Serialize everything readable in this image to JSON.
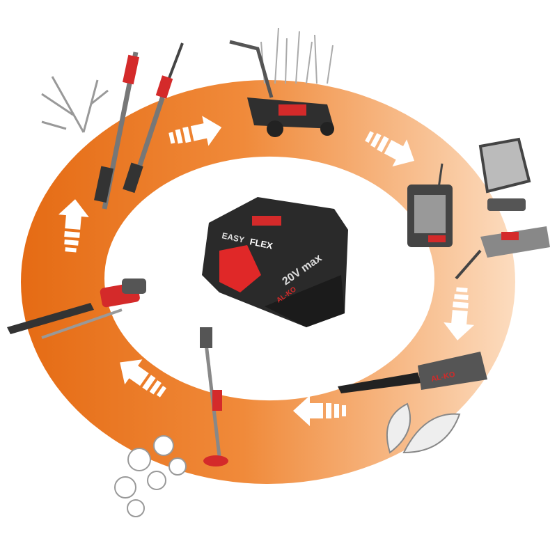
{
  "battery": {
    "brand": "AL-KO",
    "series_prefix": "EASY",
    "series_suffix": "FLEX",
    "voltage": "20V max"
  },
  "blower_brand": "AL-KO",
  "colors": {
    "ring_dark": "#e8721c",
    "ring_light": "#fbd3ad",
    "tool_red": "#d42a2a",
    "tool_dark": "#2b2b2b"
  }
}
